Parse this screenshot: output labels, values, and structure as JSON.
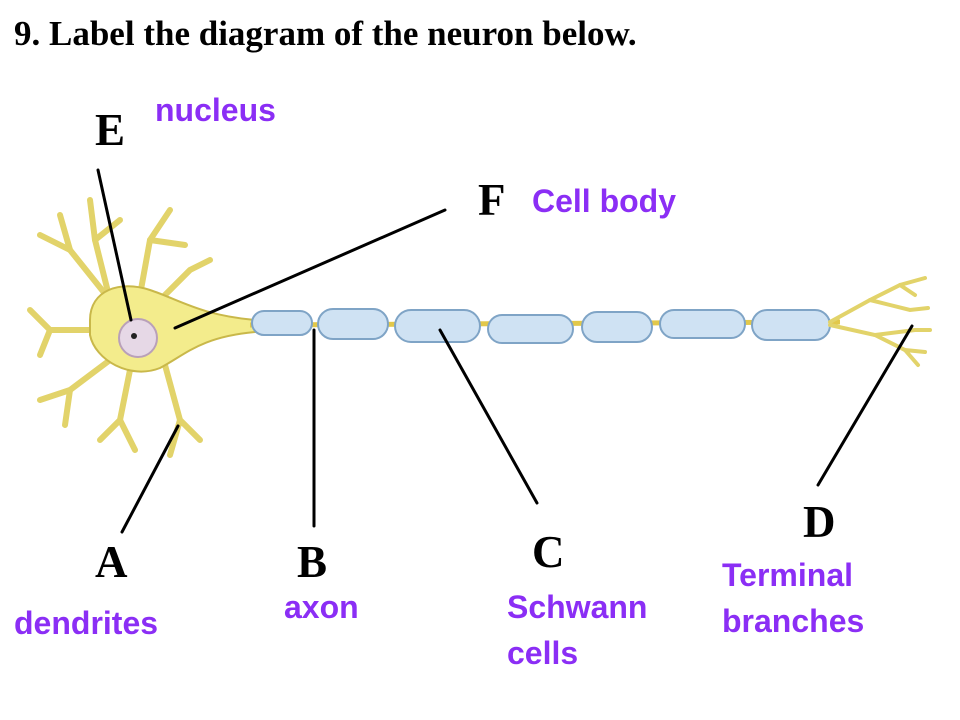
{
  "question": "9. Label the diagram of the neuron below.",
  "colors": {
    "answer_text": "#8b2ef5",
    "neuron_fill": "#f3ec8c",
    "neuron_stroke": "#c9b84a",
    "myelin_fill": "#cfe2f3",
    "myelin_stroke": "#7fa4c6",
    "nucleus_fill": "#e6d8e6",
    "leader_line": "#000000"
  },
  "labels": {
    "A": {
      "letter": "A",
      "answer": "dendrites"
    },
    "B": {
      "letter": "B",
      "answer": "axon"
    },
    "C": {
      "letter": "C",
      "answer": "Schwann cells"
    },
    "D": {
      "letter": "D",
      "answer": "Terminal branches"
    },
    "E": {
      "letter": "E",
      "answer": "nucleus"
    },
    "F": {
      "letter": "F",
      "answer": "Cell body"
    }
  }
}
